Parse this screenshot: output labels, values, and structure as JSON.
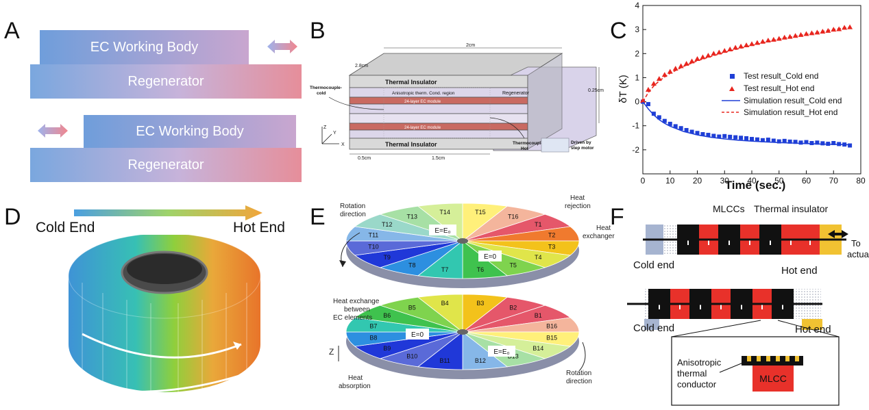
{
  "panel_labels": {
    "a": "A",
    "b": "B",
    "c": "C",
    "d": "D",
    "e": "E",
    "f": "F"
  },
  "panel_a": {
    "top_working": "EC Working Body",
    "top_regen": "Regenerator",
    "bottom_working": "EC Working Body",
    "bottom_regen": "Regenerator",
    "colors": {
      "cold": "#6d9fdc",
      "hot": "#e6909f",
      "arrow_left": "#9fb3ec",
      "arrow_right": "#f1868e"
    }
  },
  "panel_b": {
    "dim_2cm": "2cm",
    "dim_28cm": "2.8cm",
    "dim_025": "0.25cm",
    "dim_05cm": "0.5cm",
    "dim_15cm": "1.5cm",
    "thermal_insulator_top": "Thermal Insulator",
    "thermal_insulator_bottom": "Thermal Insulator",
    "aniso_region": "Anisotropic therm. Cond. region",
    "ec_module_1": "24-layer EC module",
    "ec_module_2": "24-layer EC module",
    "regenerator": "Regenerator",
    "thermocouple_cold": "Thermocouple-\ncold",
    "thermocouple_hot": "Thermocouple-\nHot",
    "driven": "Driven by\nstep motor",
    "axis_z": "Z",
    "axis_y": "Y",
    "axis_x": "X"
  },
  "panel_c": {
    "xlabel": "Time (sec.)",
    "ylabel": "δT (K)",
    "legend": [
      "Test result_Cold end",
      "Test result_Hot end",
      "Simulation result_Cold end",
      "Simulation result_Hot end"
    ],
    "colors": {
      "cold": "#1f3fd6",
      "hot": "#e8261f"
    }
  },
  "chart_data": {
    "type": "scatter",
    "xlabel": "Time (sec.)",
    "ylabel": "δT (K)",
    "xlim": [
      0,
      80
    ],
    "ylim": [
      -3,
      4
    ],
    "xticks": [
      0,
      10,
      20,
      30,
      40,
      50,
      60,
      70,
      80
    ],
    "yticks": [
      -2,
      -1,
      0,
      1,
      2,
      3,
      4
    ],
    "legend_position": "center-right",
    "series": [
      {
        "name": "Test result_Cold end",
        "kind": "markers",
        "marker": "square",
        "x": [
          0,
          2,
          4,
          6,
          8,
          10,
          12,
          14,
          16,
          18,
          20,
          22,
          24,
          26,
          28,
          30,
          32,
          34,
          36,
          38,
          40,
          42,
          44,
          46,
          48,
          50,
          52,
          54,
          56,
          58,
          60,
          62,
          64,
          66,
          68,
          70,
          72,
          74,
          76
        ],
        "y": [
          0,
          -0.1,
          -0.5,
          -0.65,
          -0.8,
          -0.92,
          -1.02,
          -1.1,
          -1.18,
          -1.25,
          -1.3,
          -1.35,
          -1.38,
          -1.42,
          -1.45,
          -1.43,
          -1.46,
          -1.48,
          -1.5,
          -1.52,
          -1.55,
          -1.57,
          -1.6,
          -1.58,
          -1.62,
          -1.65,
          -1.63,
          -1.66,
          -1.67,
          -1.7,
          -1.68,
          -1.72,
          -1.7,
          -1.73,
          -1.75,
          -1.72,
          -1.76,
          -1.78,
          -1.82
        ]
      },
      {
        "name": "Test result_Hot end",
        "kind": "markers",
        "marker": "triangle",
        "x": [
          0,
          2,
          4,
          6,
          8,
          10,
          12,
          14,
          16,
          18,
          20,
          22,
          24,
          26,
          28,
          30,
          32,
          34,
          36,
          38,
          40,
          42,
          44,
          46,
          48,
          50,
          52,
          54,
          56,
          58,
          60,
          62,
          64,
          66,
          68,
          70,
          72,
          74,
          76
        ],
        "y": [
          0.05,
          0.5,
          0.75,
          0.95,
          1.12,
          1.25,
          1.38,
          1.48,
          1.58,
          1.68,
          1.78,
          1.85,
          1.92,
          2.0,
          2.05,
          2.12,
          2.18,
          2.25,
          2.3,
          2.35,
          2.4,
          2.45,
          2.5,
          2.55,
          2.58,
          2.62,
          2.67,
          2.7,
          2.74,
          2.78,
          2.82,
          2.85,
          2.88,
          2.92,
          2.95,
          3.0,
          3.02,
          3.08,
          3.1
        ]
      },
      {
        "name": "Simulation result_Cold end",
        "kind": "line",
        "style": "solid",
        "x": [
          0,
          2,
          4,
          6,
          8,
          10,
          15,
          20,
          25,
          30,
          35,
          40,
          45,
          50,
          55,
          60,
          65,
          70,
          76
        ],
        "y": [
          0,
          -0.3,
          -0.55,
          -0.75,
          -0.9,
          -1.02,
          -1.24,
          -1.38,
          -1.48,
          -1.55,
          -1.6,
          -1.64,
          -1.67,
          -1.7,
          -1.72,
          -1.74,
          -1.76,
          -1.77,
          -1.79
        ]
      },
      {
        "name": "Simulation result_Hot end",
        "kind": "line",
        "style": "dashed",
        "x": [
          0,
          2,
          4,
          6,
          8,
          10,
          15,
          20,
          25,
          30,
          35,
          40,
          45,
          50,
          55,
          60,
          65,
          70,
          76
        ],
        "y": [
          0,
          0.38,
          0.65,
          0.86,
          1.03,
          1.18,
          1.47,
          1.7,
          1.88,
          2.05,
          2.2,
          2.34,
          2.47,
          2.6,
          2.7,
          2.8,
          2.9,
          3.0,
          3.1
        ]
      }
    ]
  },
  "panel_d": {
    "cold_end": "Cold End",
    "hot_end": "Hot End"
  },
  "panel_e": {
    "rotation_top": "Rotation\ndirection",
    "heat_rejection": "Heat\nrejection",
    "heat_exchanger": "Heat\nexchanger",
    "heat_exchange_between": "Heat exchange\nbetween\nEC elements",
    "heat_absorption": "Heat\nabsorption",
    "rotation_bottom": "Rotation\ndirection",
    "e_e0_top": "E=E₀",
    "e_0_top": "E=0",
    "e_0_bottom": "E=0",
    "e_e0_bottom": "E=E₀",
    "axis_z": "Z",
    "top_labels": [
      "T1",
      "T2",
      "T3",
      "T4",
      "T5",
      "T6",
      "T7",
      "T8",
      "T9",
      "T10",
      "T11",
      "T12",
      "T13",
      "T14",
      "T15",
      "T16"
    ],
    "bottom_labels": [
      "B1",
      "B2",
      "B3",
      "B4",
      "B5",
      "B6",
      "B7",
      "B8",
      "B9",
      "B10",
      "B11",
      "B12",
      "B13",
      "B14",
      "B15",
      "B16"
    ]
  },
  "panel_f": {
    "mlccs": "MLCCs",
    "thermal_insulator": "Thermal insulator",
    "to_actuator": "To\nactuator",
    "cold_end_top": "Cold end",
    "hot_end_top": "Hot end",
    "cold_end_bottom": "Cold end",
    "hot_end_bottom": "Hot end",
    "aniso": "Anisotropic\nthermal\nconductor",
    "mlcc": "MLCC",
    "colors": {
      "mlcc": "#e8312a",
      "black": "#111111",
      "cold": "#a6b4d0",
      "hot": "#f1c232"
    }
  }
}
